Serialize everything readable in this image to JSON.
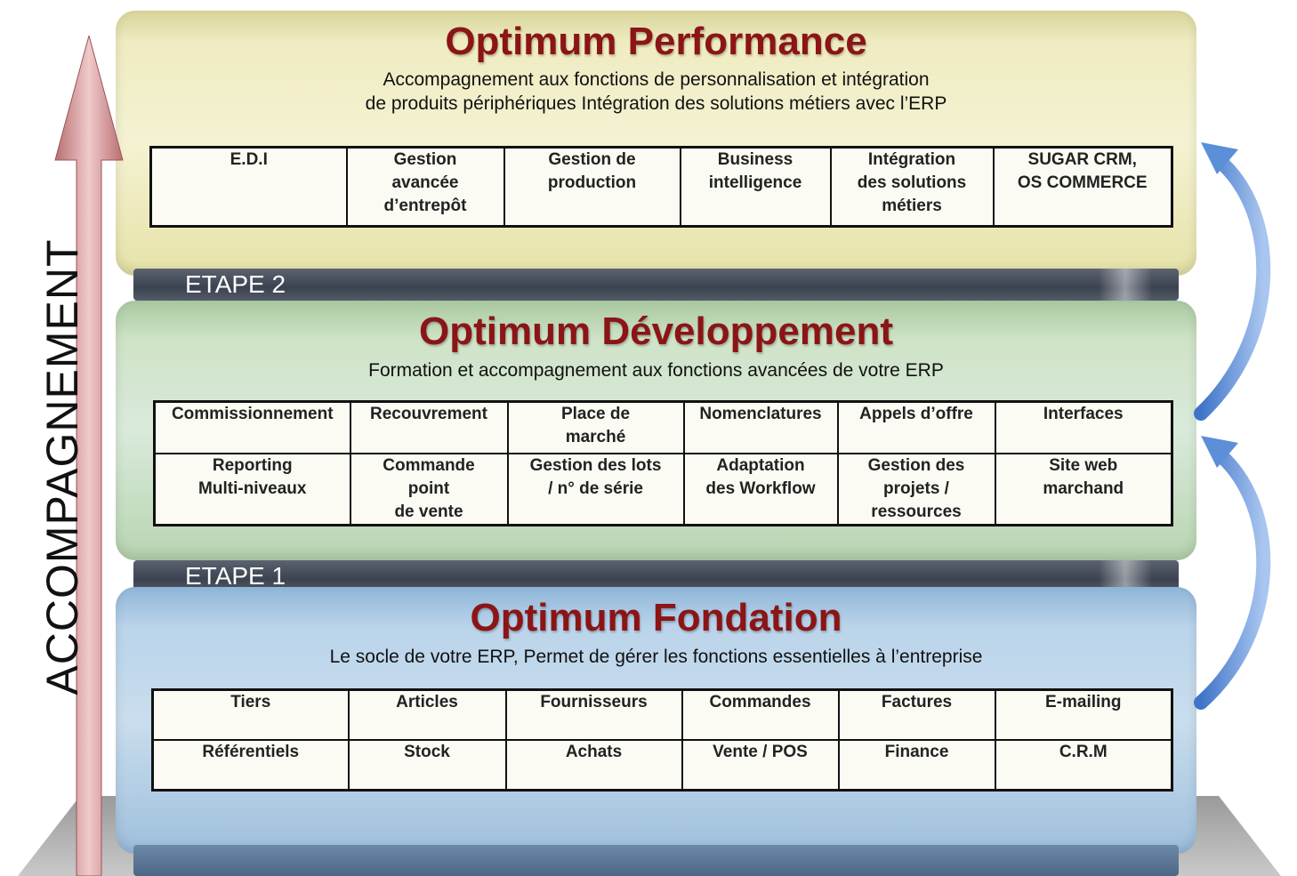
{
  "side_label": "ACCOMPAGNEMENT",
  "colors": {
    "title": "#8b1516",
    "performance": "#efecc2",
    "developpement": "#cfe3c7",
    "fondation": "#bad4ea",
    "band": "#3c4350",
    "arrow": "#d9a1a3",
    "curve_arrow": "#5b8fd8"
  },
  "icons": [
    "up-arrow-icon",
    "curved-arrow-icon"
  ],
  "performance": {
    "title": "Optimum Performance",
    "desc_line1": "Accompagnement aux fonctions de personnalisation et intégration",
    "desc_line2": "de produits périphériques Intégration des solutions métiers avec l’ERP",
    "cells": [
      "E.D.I",
      "Gestion\navancée\nd’entrepôt",
      "Gestion de\nproduction",
      "Business\nintelligence",
      "Intégration\ndes solutions\nmétiers",
      "SUGAR CRM,\nOS COMMERCE"
    ]
  },
  "etape2": "ETAPE 2",
  "developpement": {
    "title": "Optimum Développement",
    "desc": "Formation et accompagnement aux fonctions avancées de votre ERP",
    "row1": [
      "Commissionnement",
      "Recouvrement",
      "Place de\nmarché",
      "Nomenclatures",
      "Appels d’offre",
      "Interfaces"
    ],
    "row2": [
      "Reporting\nMulti-niveaux",
      "Commande\npoint\nde vente",
      "Gestion des lots\n/ n° de série",
      "Adaptation\ndes Workflow",
      "Gestion des\nprojets /\nressources",
      "Site web\nmarchand"
    ]
  },
  "etape1": "ETAPE 1",
  "fondation": {
    "title": "Optimum Fondation",
    "desc": "Le socle de votre ERP, Permet de gérer les fonctions essentielles à l’entreprise",
    "row1": [
      "Tiers",
      "Articles",
      "Fournisseurs",
      "Commandes",
      "Factures",
      "E-mailing"
    ],
    "row2": [
      "Référentiels",
      "Stock",
      "Achats",
      "Vente / POS",
      "Finance",
      "C.R.M"
    ]
  }
}
